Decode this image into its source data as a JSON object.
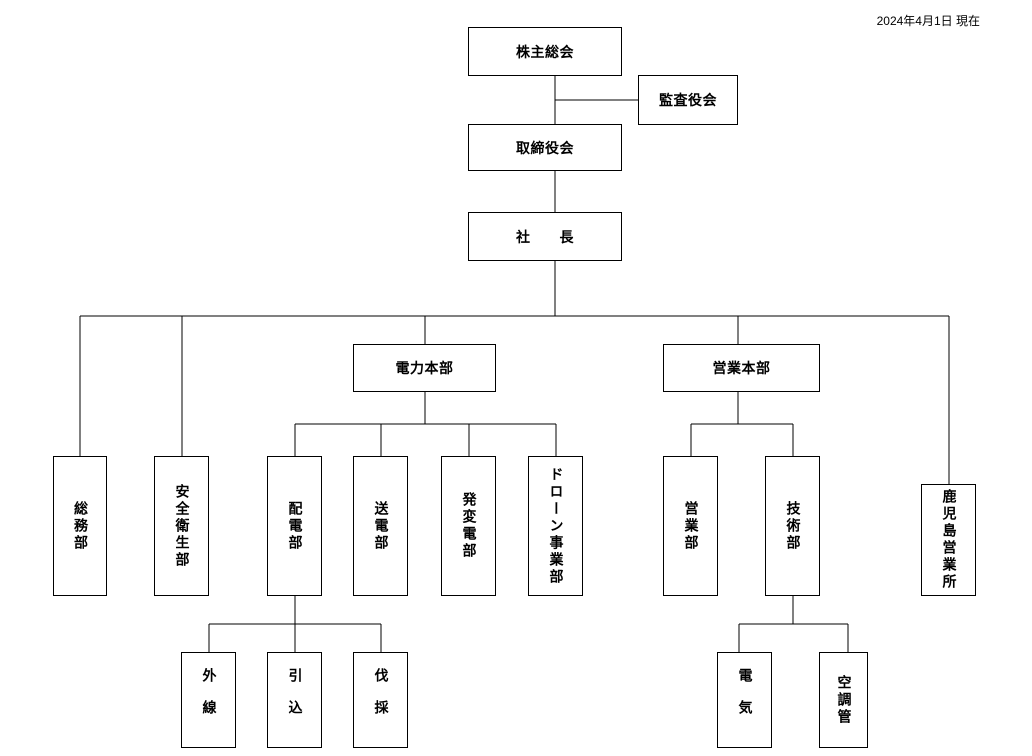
{
  "as_of_date": "2024年4月1日 現在",
  "nodes": {
    "shareholders": "株主総会",
    "auditors": "監査役会",
    "board": "取締役会",
    "president": "社　　長",
    "power_hq": "電力本部",
    "sales_hq": "営業本部",
    "general_affairs": "総務部",
    "safety_health": "安全衛生部",
    "distribution": "配電部",
    "transmission": "送電部",
    "substation": "発変電部",
    "drone": "ドローン事業部",
    "sales_dept": "営業部",
    "technical": "技術部",
    "kagoshima_office": "鹿児島営業所",
    "external_line": "外線",
    "service_drop": "引込",
    "tree_cutting": "伐採",
    "electrical": "電気",
    "hvac": "空調管"
  }
}
